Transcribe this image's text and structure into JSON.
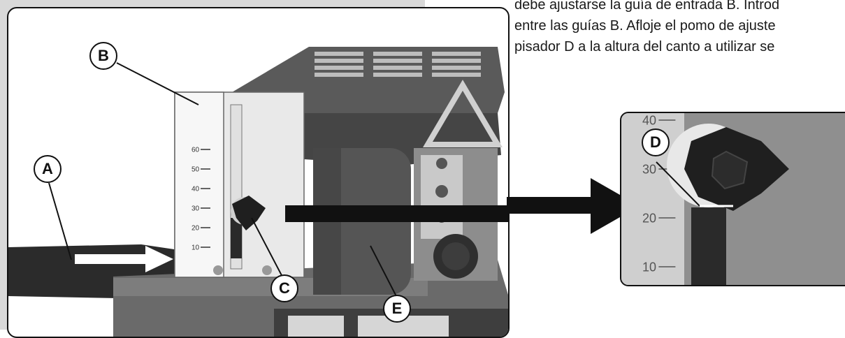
{
  "instructions": {
    "lines": [
      "debe ajustarse la guía de entrada B. Introd",
      "entre las guías B. Afloje el pomo de ajuste",
      "pisador D a la altura del canto a utilizar se"
    ]
  },
  "callouts": {
    "a": "A",
    "b": "B",
    "c": "C",
    "d": "D",
    "e": "E"
  },
  "main_scale": {
    "ticks": [
      "60",
      "50",
      "40",
      "30",
      "20",
      "10"
    ]
  },
  "inset_scale": {
    "ticks": [
      "40",
      "30",
      "20",
      "10"
    ]
  },
  "colors": {
    "machine": "#4f4f4f",
    "machine_dark": "#2e2e2e",
    "arrow": "#111111",
    "panel_gray": "#d9d9d9"
  }
}
